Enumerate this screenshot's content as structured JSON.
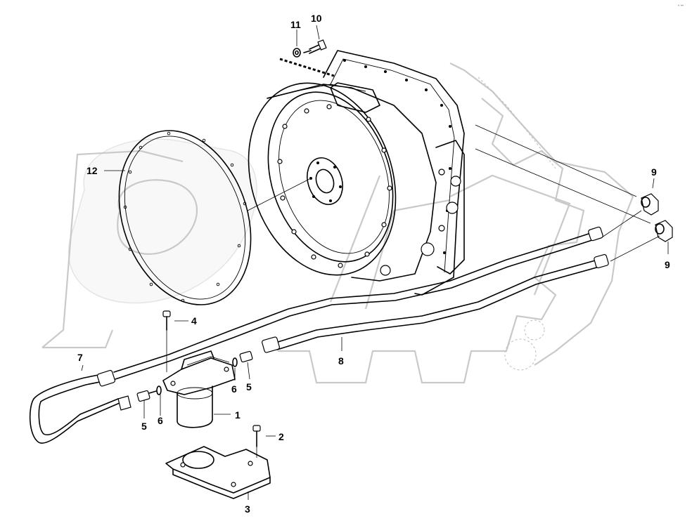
{
  "callouts": {
    "c1": "1",
    "c2": "2",
    "c3": "3",
    "c4": "4",
    "c5a": "5",
    "c5b": "5",
    "c6a": "6",
    "c6b": "6",
    "c7": "7",
    "c8": "8",
    "c9a": "9",
    "c9b": "9",
    "c10": "10",
    "c11": "11",
    "c12": "12"
  },
  "watermark": {
    "text": "OPEX"
  },
  "colors": {
    "line": "#000000",
    "watermark": "#c9c9c9",
    "background": "#ffffff"
  }
}
